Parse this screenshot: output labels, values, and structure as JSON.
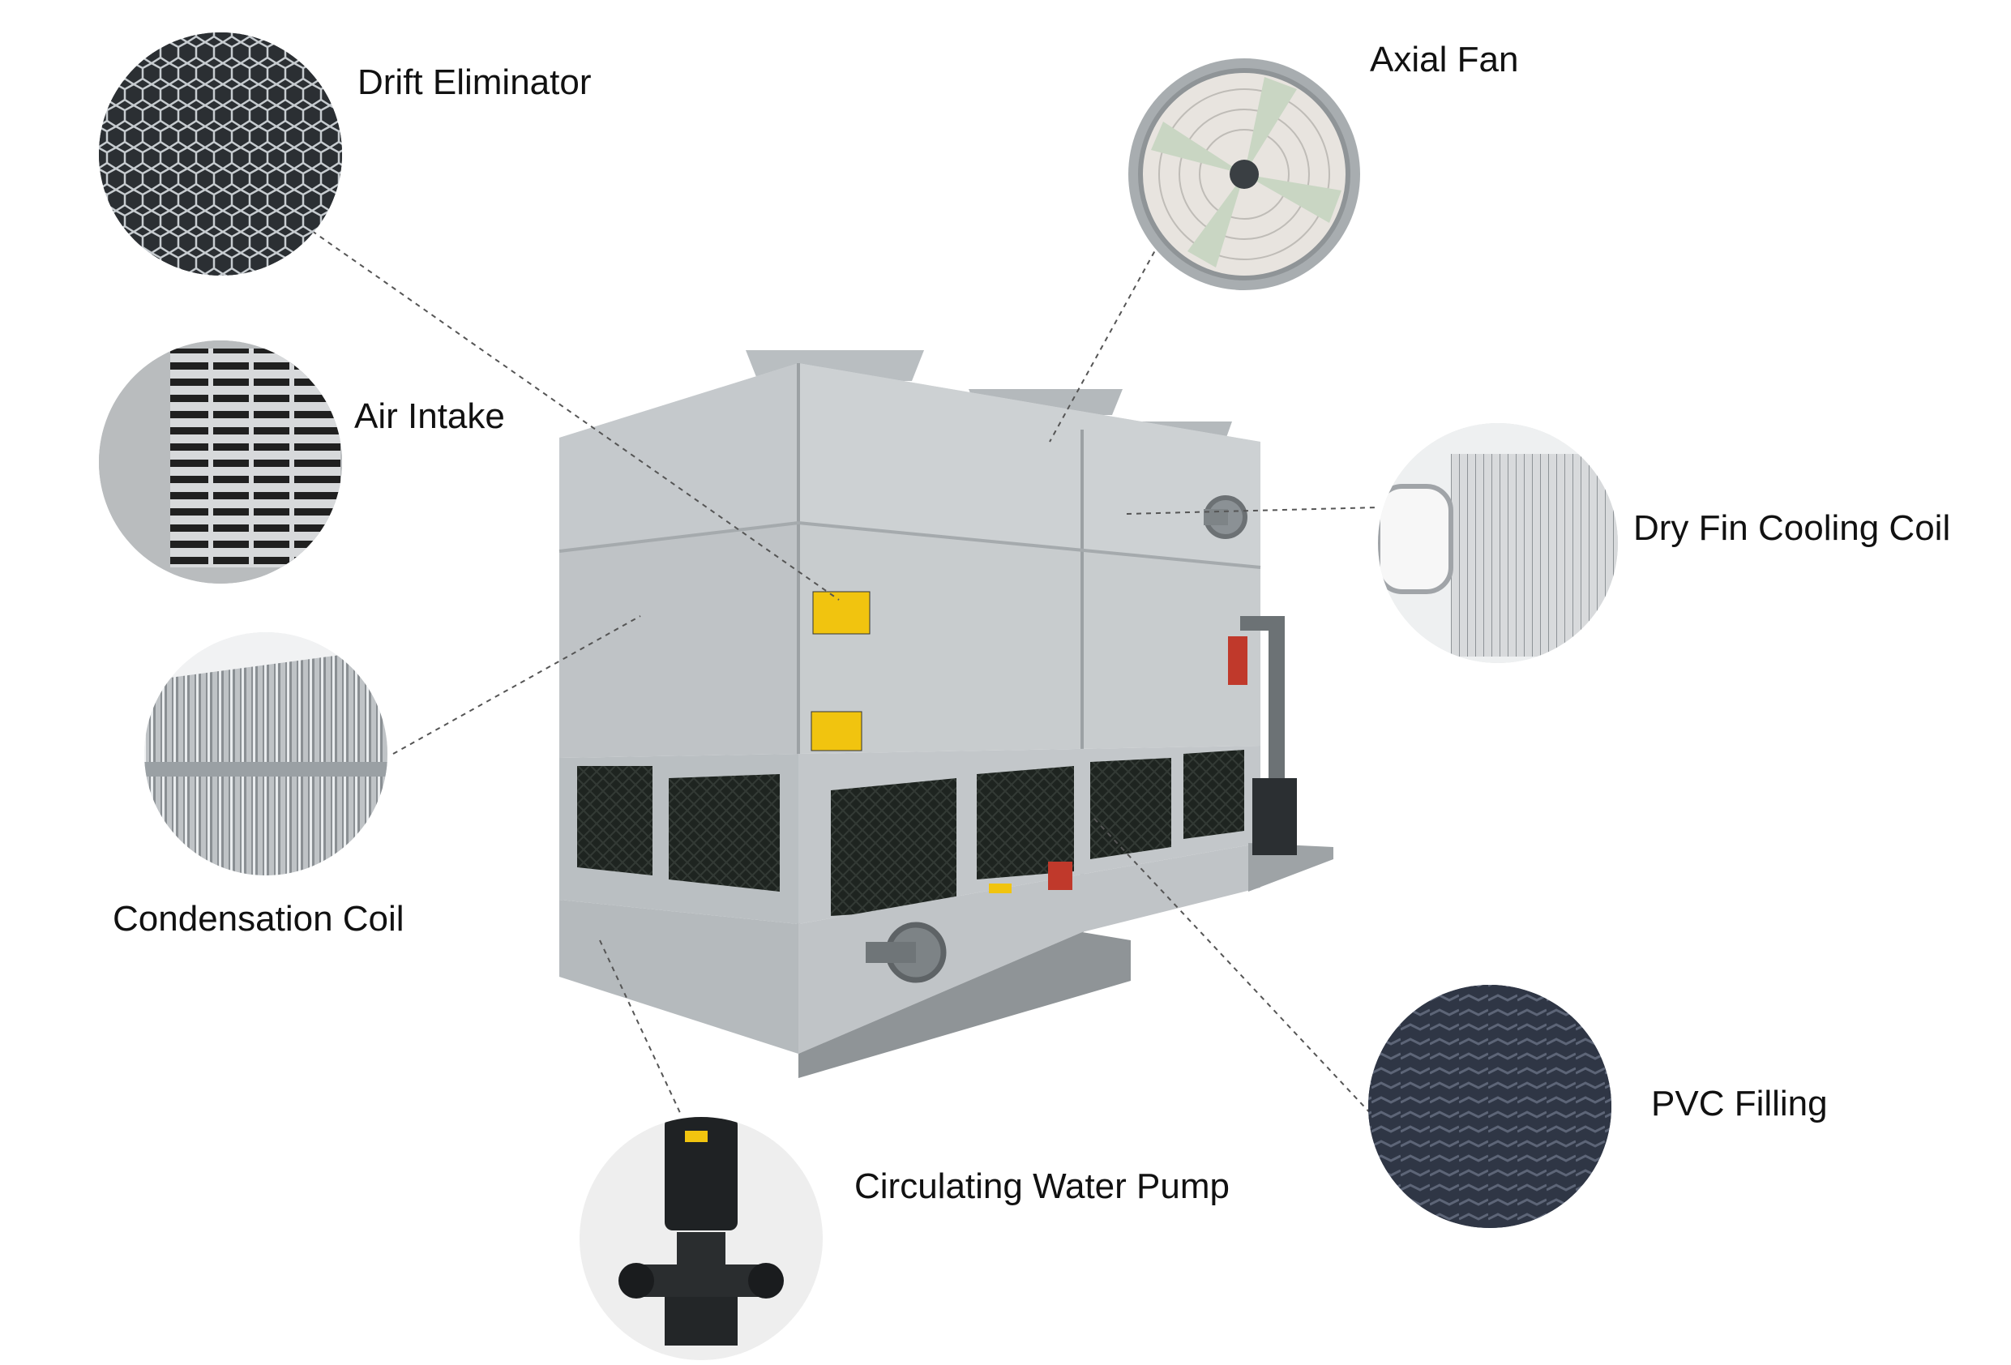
{
  "labels": {
    "drift_eliminator": "Drift Eliminator",
    "air_intake": "Air Intake",
    "condensation_coil": "Condensation Coil",
    "axial_fan": "Axial Fan",
    "dry_fin_cooling_coil": "Dry Fin Cooling Coil",
    "pvc_filling": "PVC Filling",
    "circulating_water_pump": "Circulating Water Pump"
  },
  "colors": {
    "panel": "#c9cdcf",
    "panel_dark": "#a9aeb1",
    "louver": "#1d221f",
    "leader": "#555555",
    "warning_yellow": "#f1c40f",
    "warning_red": "#c0392b",
    "pump_body": "#222222"
  },
  "icons": {
    "drift_eliminator": "honeycomb-mesh-icon",
    "air_intake": "louver-grille-icon",
    "condensation_coil": "tube-coil-icon",
    "axial_fan": "fan-icon",
    "dry_fin_cooling_coil": "finned-coil-icon",
    "pvc_filling": "pvc-fill-pattern-icon",
    "circulating_water_pump": "pump-icon"
  }
}
